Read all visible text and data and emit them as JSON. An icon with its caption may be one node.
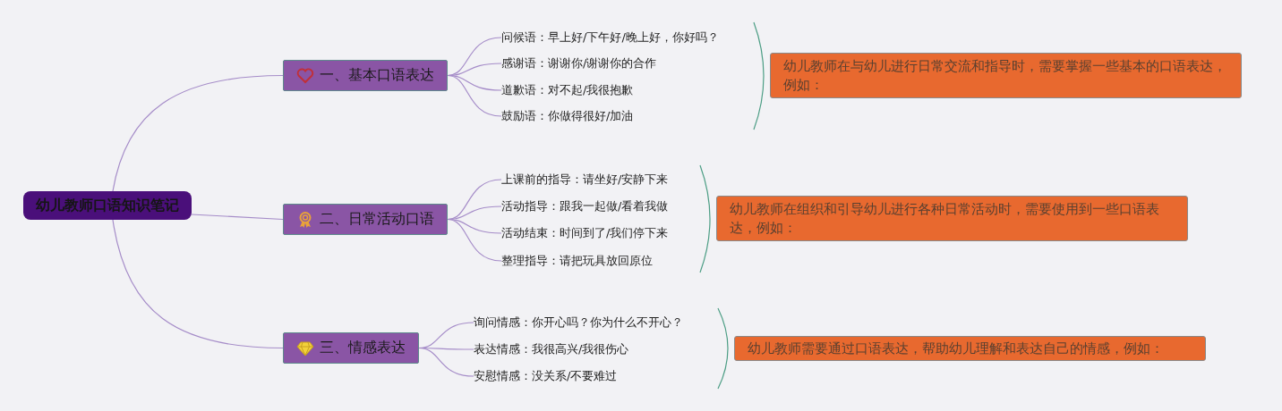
{
  "diagram": {
    "nodes": [
      {
        "text": [
          "幼儿教师口语知识笔记"
        ]
      },
      {
        "text": [
          "一、基本口语表达"
        ]
      },
      {
        "text": [
          "问候语：早上好/下午好/晚上好，你好吗？"
        ]
      },
      {
        "text": [
          "感谢语：谢谢你/谢谢你的合作"
        ]
      },
      {
        "text": [
          "道歉语：对不起/我很抱歉"
        ]
      },
      {
        "text": [
          "鼓励语：你做得很好/加油"
        ]
      },
      {
        "text": [
          "幼儿教师在与幼儿进行日常交流和指导时，需要掌握一些基本的口语表达，例如："
        ]
      },
      {
        "text": [
          "二、日常活动口语"
        ]
      },
      {
        "text": [
          "上课前的指导：请坐好/安静下来"
        ]
      },
      {
        "text": [
          "活动指导：跟我一起做/看着我做"
        ]
      },
      {
        "text": [
          "活动结束：时间到了/我们停下来"
        ]
      },
      {
        "text": [
          "整理指导：请把玩具放回原位"
        ]
      },
      {
        "text": [
          "幼儿教师在组织和引导幼儿进行各种日常活动时，需要使用到一些口语表达，例如："
        ]
      },
      {
        "text": [
          "三、情感表达"
        ]
      },
      {
        "text": [
          "询问情感：你开心吗？你为什么不开心？"
        ]
      },
      {
        "text": [
          "表达情感：我很高兴/我很伤心"
        ]
      },
      {
        "text": [
          "安慰情感：没关系/不要难过"
        ]
      },
      {
        "text": [
          "幼儿教师需要通过口语表达，帮助幼儿理解和表达自己的情感，例如："
        ]
      }
    ],
    "edges": [
      {
        "from": 0,
        "to": 1,
        "arrow": "none"
      },
      {
        "from": 0,
        "to": 7,
        "arrow": "none"
      },
      {
        "from": 0,
        "to": 13,
        "arrow": "none"
      },
      {
        "from": 1,
        "to": 2,
        "arrow": "none"
      },
      {
        "from": 1,
        "to": 3,
        "arrow": "none"
      },
      {
        "from": 1,
        "to": 4,
        "arrow": "none"
      },
      {
        "from": 1,
        "to": 5,
        "arrow": "none"
      },
      {
        "from": 7,
        "to": 8,
        "arrow": "none"
      },
      {
        "from": 7,
        "to": 9,
        "arrow": "none"
      },
      {
        "from": 7,
        "to": 10,
        "arrow": "none"
      },
      {
        "from": 7,
        "to": 11,
        "arrow": "none"
      },
      {
        "from": 13,
        "to": 14,
        "arrow": "none"
      },
      {
        "from": 13,
        "to": 15,
        "arrow": "none"
      },
      {
        "from": 13,
        "to": 16,
        "arrow": "none"
      }
    ]
  }
}
